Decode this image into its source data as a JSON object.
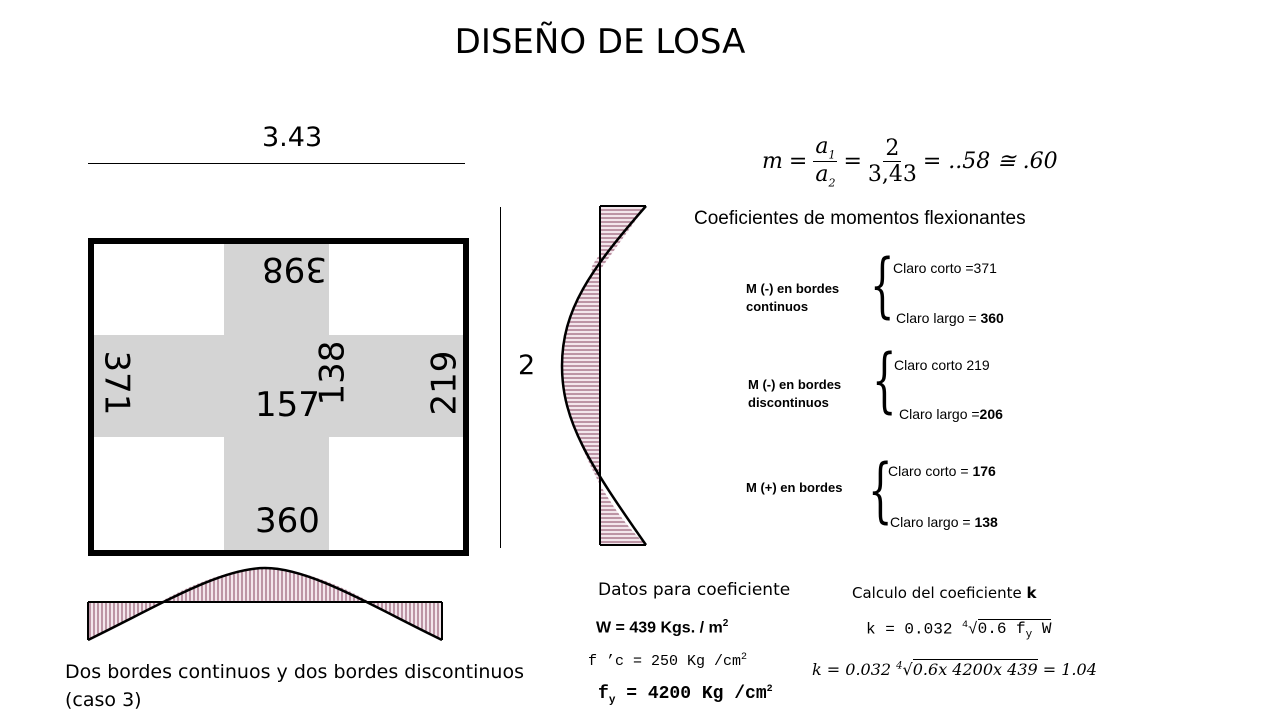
{
  "title": "DISEÑO DE LOSA",
  "slab": {
    "width_label": "3.43",
    "height_label": "2",
    "top": "398",
    "left": "371",
    "center_vertical": "138",
    "right": "219",
    "center": "157",
    "bottom": "360"
  },
  "formula": {
    "m": "m",
    "eq": "=",
    "a1": "a",
    "a1_sub": "1",
    "a2": "a",
    "a2_sub": "2",
    "num": "2",
    "den": "3,43",
    "result": "= ..58 ≅ .60"
  },
  "coef_title": "Coeficientes de momentos flexionantes",
  "groups": [
    {
      "label": "M (-) en bordes continuos",
      "short": "Claro corto =371",
      "long_prefix": "Claro largo = ",
      "long_val": "360"
    },
    {
      "label": "M (-) en bordes discontinuos",
      "short": "Claro corto 219",
      "long_prefix": "Claro largo =",
      "long_val": "206"
    },
    {
      "label": "M (+) en bordes",
      "short_prefix": "Claro corto = ",
      "short_val": "176",
      "long_prefix": "Claro largo = ",
      "long_val": "138"
    }
  ],
  "caption": {
    "line1": "Dos bordes continuos y dos bordes discontinuos",
    "line2": "(caso 3)"
  },
  "datos_title": "Datos para coeficiente",
  "calc_title": "Calculo del coeficiente ",
  "calc_title_k": "k",
  "w_line": "W = 439 Kgs. / m",
  "w_exp": "2",
  "fc_line": "f ’c = 250 Kg /cm",
  "fc_exp": "2",
  "fy_line": "f",
  "fy_sub": "y",
  "fy_rest": " = 4200 Kg /cm",
  "fy_exp": "2",
  "k_formula_prefix": "k = 0.032 ",
  "k_root_index": "4",
  "k_formula_rad": "0.6 f",
  "k_formula_sub": "y",
  "k_formula_end": " W",
  "k_calc_prefix": "k = 0.032 ",
  "k_calc_index": "4",
  "k_calc_rad": "0.6x 4200x 439",
  "k_calc_end": " = 1.04"
}
